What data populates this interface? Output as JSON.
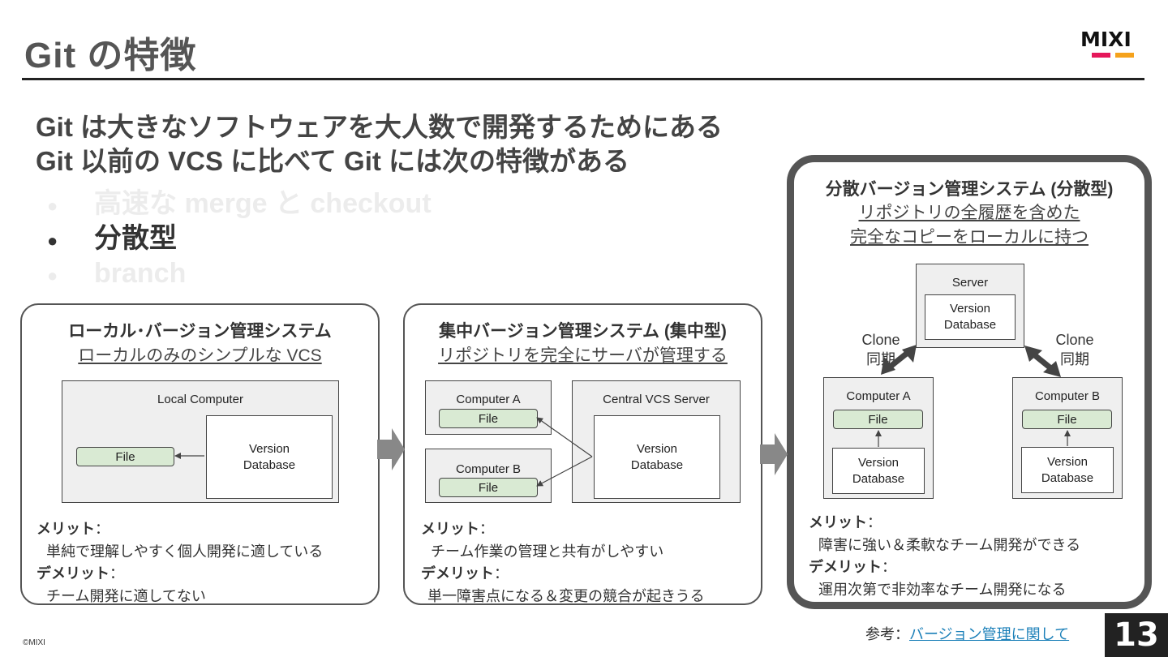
{
  "title": "Git の特徴",
  "logo": {
    "text": "MIXI",
    "colors": [
      "#e5175a",
      "#f5a21c"
    ]
  },
  "lead": [
    "Git は大きなソフトウェアを大人数で開発するためにある",
    "Git 以前の VCS に比べて Git には次の特徴がある"
  ],
  "bullets": [
    {
      "text": "高速な merge と checkout",
      "state": "faded"
    },
    {
      "text": "分散型",
      "state": "active"
    },
    {
      "text": "branch",
      "state": "faded"
    }
  ],
  "local": {
    "title": "ローカル･バージョン管理システム",
    "subtitle": "ローカルのみのシンプルな VCS",
    "computer_label": "Local Computer",
    "file": "File",
    "db": "Version\nDatabase",
    "merit_label": "メリット",
    "merit": "単純で理解しやすく個人開発に適している",
    "demerit_label": "デメリット",
    "demerit": "チーム開発に適してない"
  },
  "central": {
    "title": "集中バージョン管理システム (集中型)",
    "subtitle": "リポジトリを完全にサーバが管理する",
    "computer_a": "Computer A",
    "computer_b": "Computer B",
    "file": "File",
    "server_label": "Central VCS Server",
    "db": "Version\nDatabase",
    "merit_label": "メリット",
    "merit": "チーム作業の管理と共有がしやすい",
    "demerit_label": "デメリット",
    "demerit": "単一障害点になる＆変更の競合が起きうる"
  },
  "distributed": {
    "title": "分散バージョン管理システム (分散型)",
    "subtitle1": "リポジトリの全履歴を含めた",
    "subtitle2": "完全なコピーをローカルに持つ",
    "server_label": "Server",
    "db": "Version\nDatabase",
    "computer_a": "Computer A",
    "computer_b": "Computer B",
    "file": "File",
    "clone": "Clone\n同期",
    "merit_label": "メリット",
    "merit": "障害に強い＆柔軟なチーム開発ができる",
    "demerit_label": "デメリット",
    "demerit": "運用次第で非効率なチーム開発になる"
  },
  "colon": "：",
  "copyright": "©MIXI",
  "reference": {
    "prefix": "参考：",
    "link": "バージョン管理に関して"
  },
  "page_number": "13"
}
